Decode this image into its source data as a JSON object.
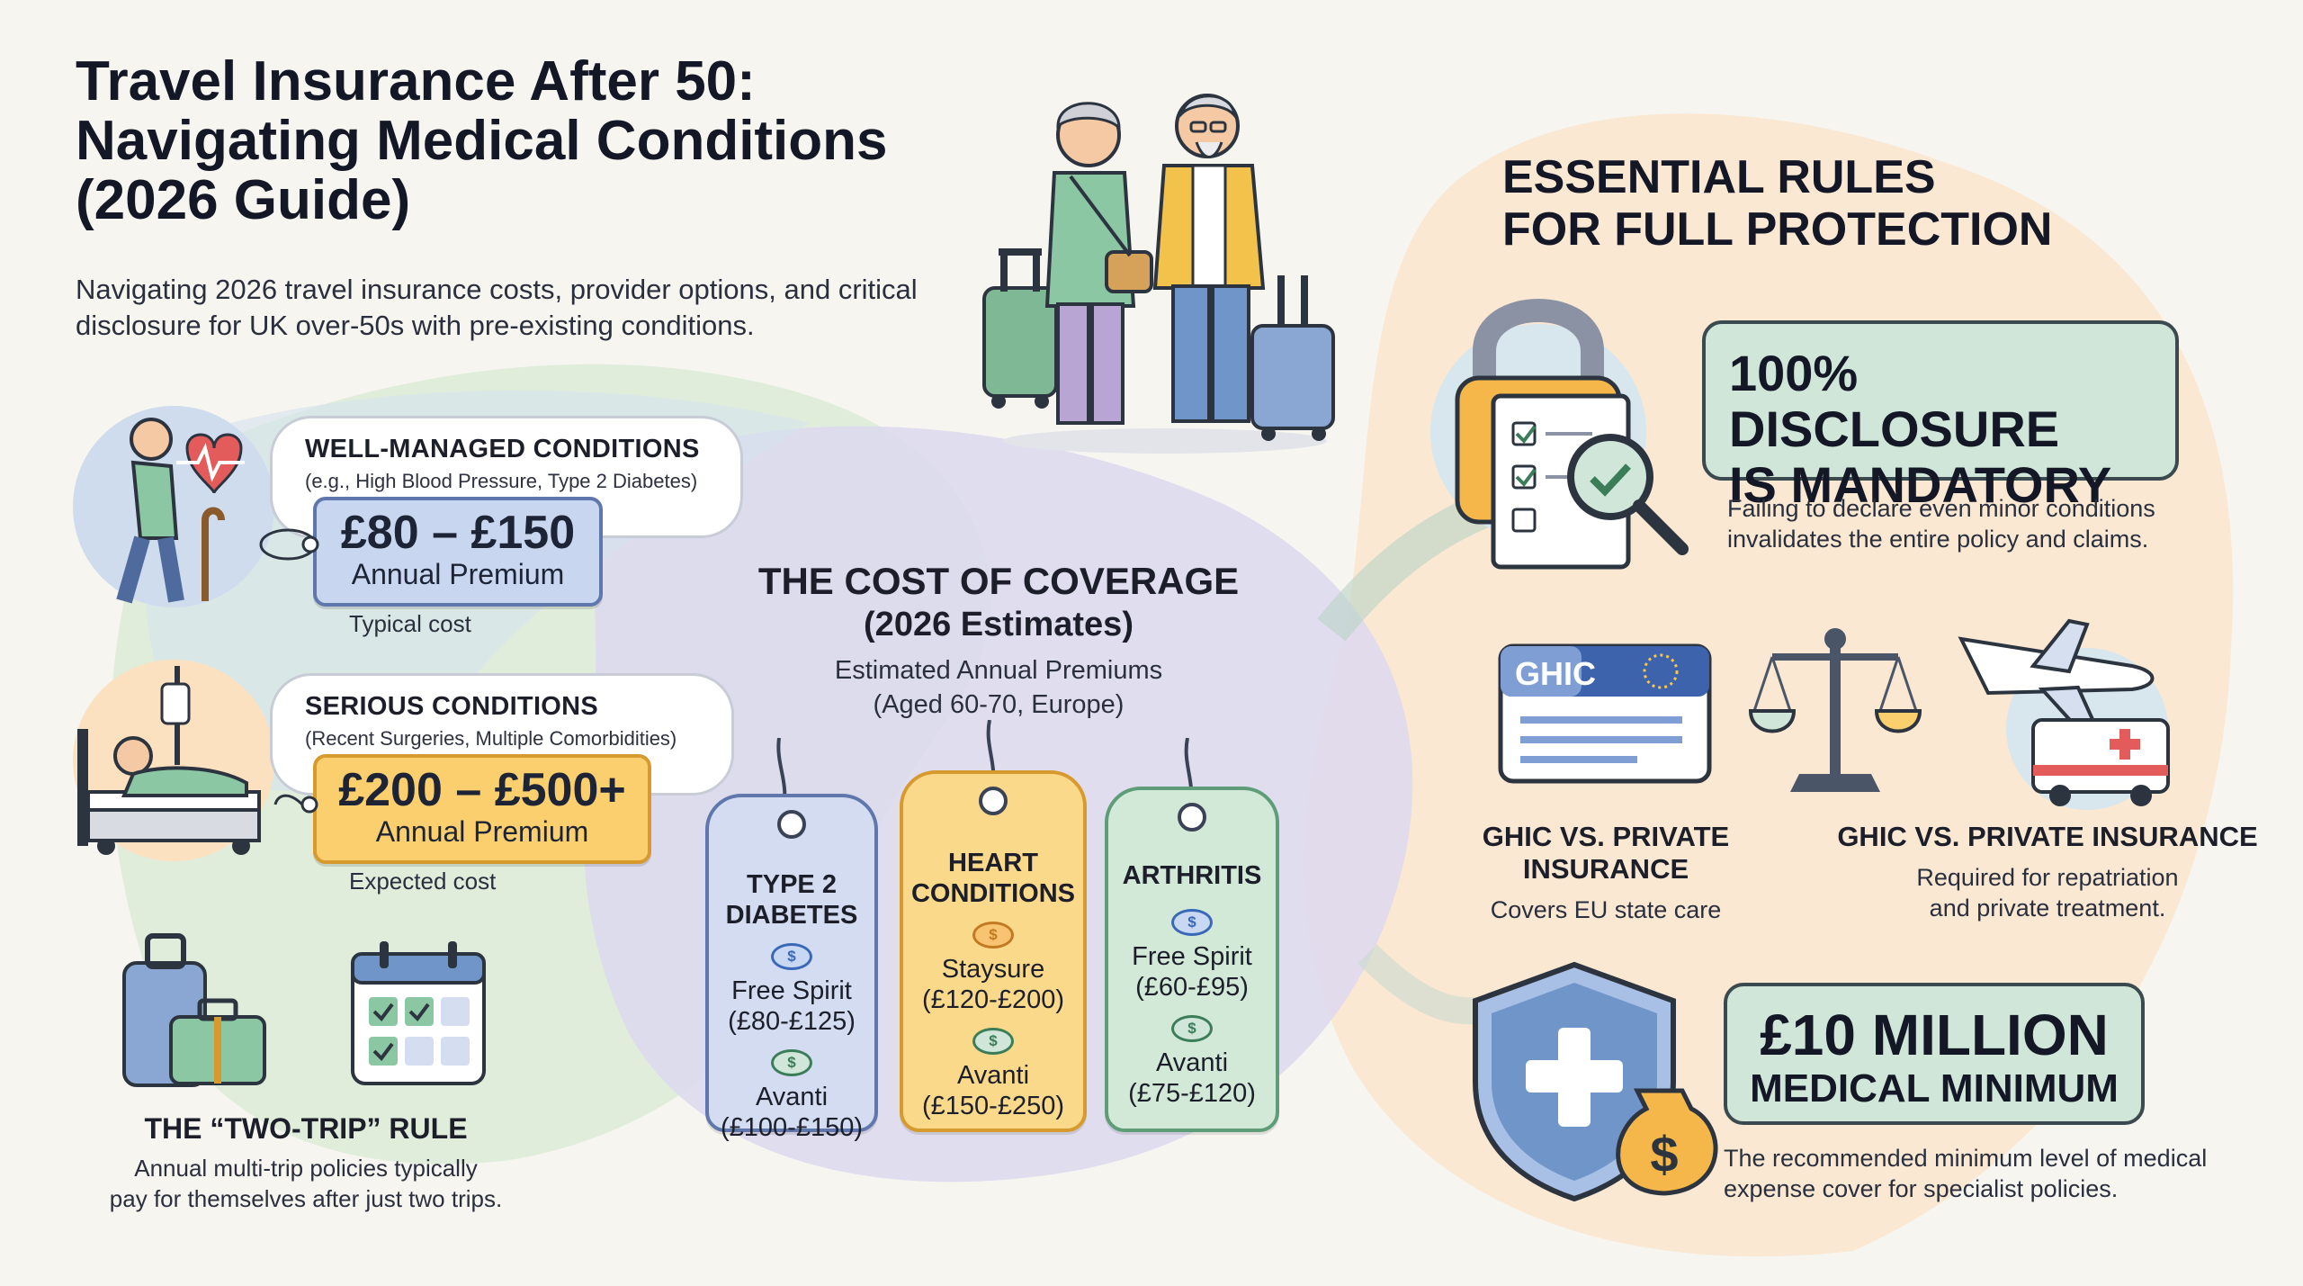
{
  "header": {
    "title_line1": "Travel Insurance After 50:",
    "title_line2": "Navigating Medical Conditions",
    "title_line3": "(2026 Guide)",
    "subtitle_line1": "Navigating 2026 travel insurance costs, provider options, and critical",
    "subtitle_line2": "disclosure for UK over-50s with pre-existing conditions."
  },
  "left": {
    "well_managed": {
      "heading": "WELL-MANAGED CONDITIONS",
      "examples": "(e.g., High Blood Pressure, Type 2 Diabetes)",
      "price": "£80 – £150",
      "price_label": "Annual Premium",
      "caption": "Typical cost"
    },
    "serious": {
      "heading": "SERIOUS CONDITIONS",
      "examples": "(Recent Surgeries, Multiple Comorbidities)",
      "price": "£200 – £500+",
      "price_label": "Annual Premium",
      "caption": "Expected cost"
    },
    "two_trip": {
      "heading": "THE “TWO-TRIP” RULE",
      "line1": "Annual multi-trip policies typically",
      "line2": "pay for themselves after just two trips."
    }
  },
  "cost": {
    "title_line1": "THE COST OF COVERAGE",
    "title_line2": "(2026 Estimates)",
    "sub_line1": "Estimated Annual Premiums",
    "sub_line2": "(Aged 60-70, Europe)",
    "tags": [
      {
        "name_line1": "TYPE 2",
        "name_line2": "DIABETES",
        "p1_name": "Free Spirit",
        "p1_range": "(£80-£125)",
        "p2_name": "Avanti",
        "p2_range": "(£100-£150)",
        "fill": "#d3dcf0",
        "border": "#5f77ad"
      },
      {
        "name_line1": "HEART",
        "name_line2": "CONDITIONS",
        "p1_name": "Staysure",
        "p1_range": "(£120-£200)",
        "p2_name": "Avanti",
        "p2_range": "(£150-£250)",
        "fill": "#fbd98a",
        "border": "#d79a2e"
      },
      {
        "name_line1": "ARTHRITIS",
        "name_line2": "",
        "p1_name": "Free Spirit",
        "p1_range": "(£60-£95)",
        "p2_name": "Avanti",
        "p2_range": "(£75-£120)",
        "fill": "#d2e9d8",
        "border": "#5f9d78"
      }
    ]
  },
  "rules": {
    "title_line1": "ESSENTIAL RULES",
    "title_line2": "FOR FULL PROTECTION",
    "disclosure": {
      "line1": "100% DISCLOSURE",
      "line2": "IS MANDATORY",
      "note1": "Failing to declare even minor conditions",
      "note2": "invalidates the entire policy and claims."
    },
    "ghic_card_label": "GHIC",
    "ghic_left": {
      "heading": "GHIC VS. PRIVATE INSURANCE",
      "line1": "Covers EU state care"
    },
    "ghic_right": {
      "heading": "GHIC VS. PRIVATE INSURANCE",
      "line1": "Required for repatriation",
      "line2": "and private treatment."
    },
    "medical": {
      "line1": "£10 MILLION",
      "line2": "MEDICAL MINIMUM",
      "note1": "The recommended minimum level of medical",
      "note2": "expense cover for specialist policies."
    }
  },
  "colors": {
    "blue_tag": "#c9d6ef",
    "amber_tag": "#fbcf6e",
    "green_callout": "#cfe6d8",
    "peach_bg": "#fce6cf"
  }
}
